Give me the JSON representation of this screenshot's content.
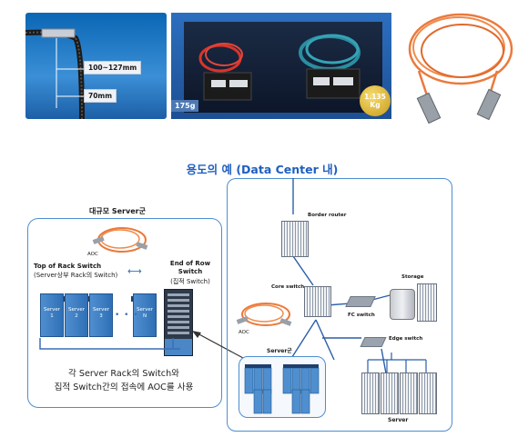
{
  "photos": {
    "dac_length_label": "100~127mm",
    "dac_short_label": "70mm",
    "weight_small": "175g",
    "weight_large": "1.135 Kg"
  },
  "diagram": {
    "title": "용도의 예 (Data Center 내)",
    "left_panel": {
      "heading": "대규모 Server군",
      "aoc_label": "AOC",
      "tor_title": "Top of Rack Switch",
      "tor_subtitle": "(Server상부 Rack의 Switch)",
      "eor_title": "End of Row Switch",
      "eor_subtitle": "(집적 Switch)",
      "servers": [
        {
          "name": "Server",
          "num": "1"
        },
        {
          "name": "Server",
          "num": "2"
        },
        {
          "name": "Server",
          "num": "3"
        },
        {
          "name": "Server",
          "num": "N"
        }
      ],
      "caption_line1": "각 Server Rack의 Switch와",
      "caption_line2": "집적 Switch간의 접속에 AOC를 사용"
    },
    "right_panel": {
      "border_router": "Border router",
      "core_switch": "Core switch",
      "fc_switch": "FC switch",
      "storage": "Storage",
      "aoc_label": "AOC",
      "server_group": "Server군",
      "edge_switch": "Edge switch",
      "server": "Server"
    }
  }
}
